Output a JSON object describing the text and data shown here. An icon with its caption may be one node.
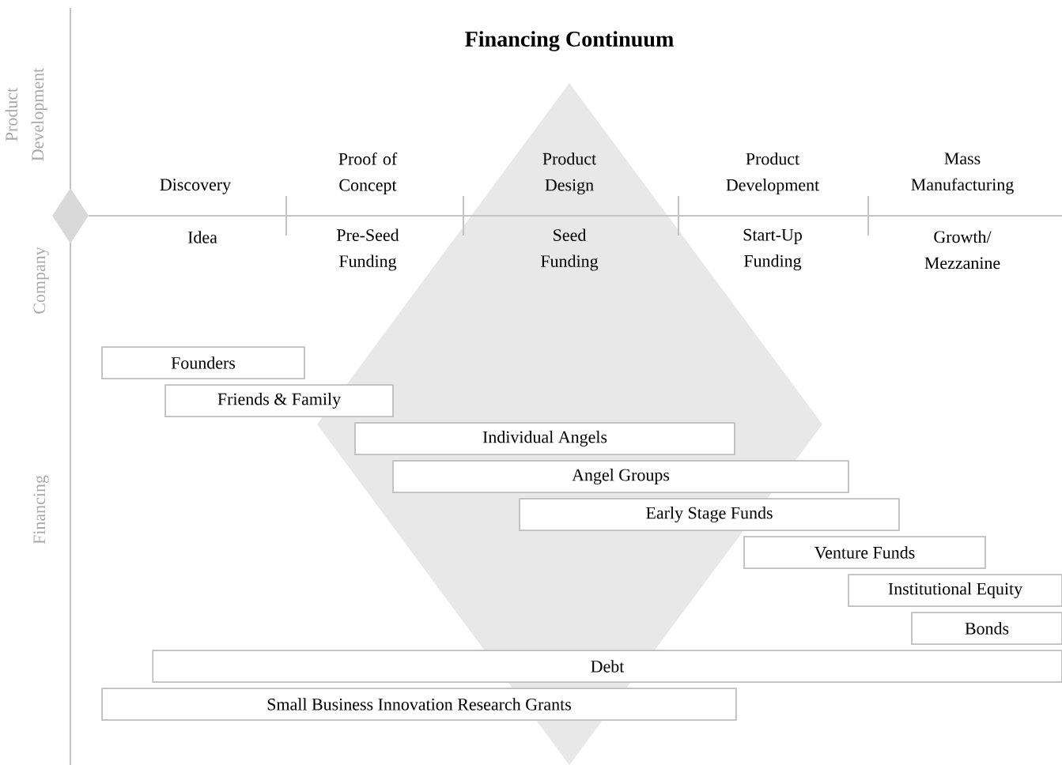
{
  "diagram": {
    "title": "Financing Continuum",
    "nodes": [
      {
        "text": [
          "Founders"
        ]
      },
      {
        "text": [
          "Friends & Family"
        ]
      },
      {
        "text": [
          "Individual Angels"
        ]
      },
      {
        "text": [
          "Angel Groups"
        ]
      },
      {
        "text": [
          "Early Stage Funds"
        ]
      },
      {
        "text": [
          "Venture Funds"
        ]
      },
      {
        "text": [
          "Institutional Equity"
        ]
      },
      {
        "text": [
          "Bonds"
        ]
      },
      {
        "text": [
          "Debt"
        ]
      },
      {
        "text": [
          "Small Business Innovation Research Grants"
        ]
      }
    ],
    "labels": [
      "Product Development",
      "Company",
      "Financing",
      "Discovery",
      "Proof of Concept",
      "Product Design",
      "Product Development",
      "Mass Manufacturing",
      "Idea",
      "Pre-Seed Funding",
      "Seed Funding",
      "Start-Up Funding",
      "Growth/ Mezzanine"
    ]
  }
}
